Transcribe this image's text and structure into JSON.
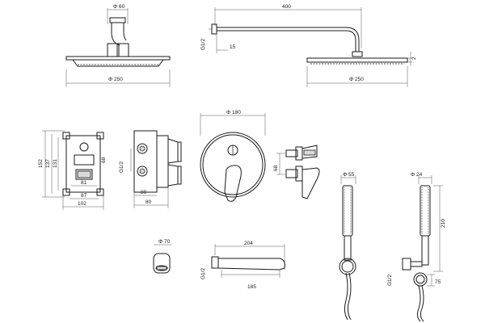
{
  "dimensions": {
    "head_top_dia": "Φ 60",
    "head_top_width": "Φ 250",
    "arm_length": "400",
    "arm_thread": "G1/2",
    "arm_offset": "15",
    "head_side_thickness": "2",
    "head_side_width": "Φ 250",
    "box_h_outer": "152",
    "box_h_mid": "137",
    "box_h_inner": "131",
    "box_w_81": "81",
    "box_w_87": "87",
    "box_w_102": "102",
    "box_side_thread": "G1/2",
    "box_side_68": "68",
    "box_side_80": "80",
    "box_side_80b": "80",
    "plate_dia": "Φ 180",
    "lever_68": "68",
    "spout_dia": "Φ 70",
    "spout_length": "204",
    "spout_thread": "G1/2",
    "spout_185": "185",
    "hand_shower_dia": "Φ 55",
    "hand_shower2_dia": "Φ 24",
    "hand_shower2_len": "210",
    "hand_thread": "G1/2",
    "hand_75": "75"
  }
}
